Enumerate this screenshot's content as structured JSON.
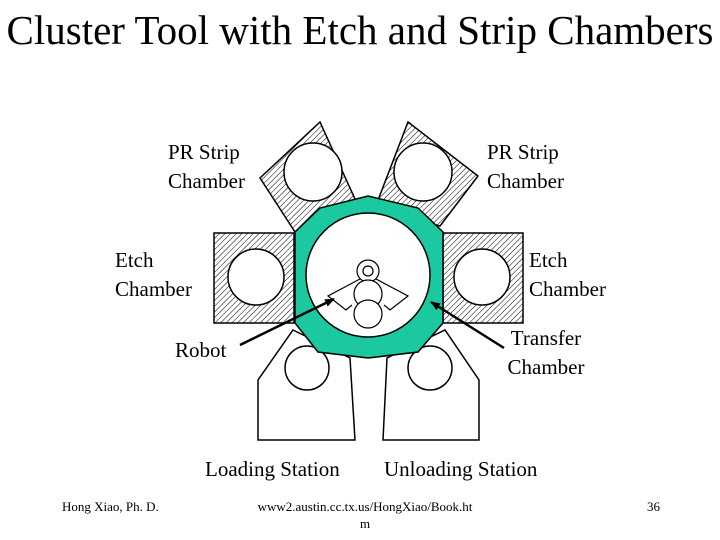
{
  "title": "Cluster Tool with Etch and Strip Chambers",
  "labels": {
    "pr_strip_left": "PR Strip\nChamber",
    "pr_strip_right": "PR Strip\nChamber",
    "etch_left": "Etch\nChamber",
    "etch_right": "Etch\nChamber",
    "robot": "Robot",
    "transfer": "Transfer\nChamber",
    "loading": "Loading Station",
    "unloading": "Unloading Station"
  },
  "footer": {
    "author": "Hong Xiao, Ph. D.",
    "url": "www2.austin.cc.tx.us/HongXiao/Book.htm",
    "page": "36"
  },
  "colors": {
    "transfer_chamber_fill": "#1bc8a0",
    "outline": "#000000",
    "hatch": "#000000",
    "background": "#ffffff"
  }
}
